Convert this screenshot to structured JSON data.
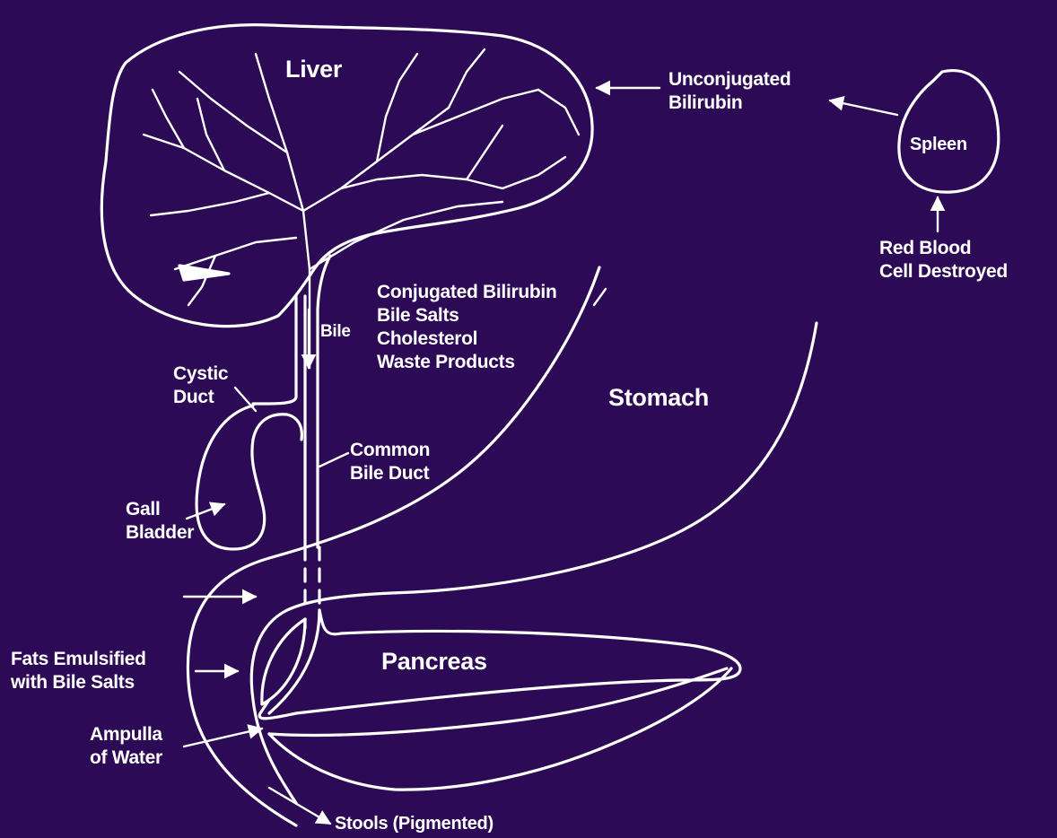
{
  "labels": {
    "liver": "Liver",
    "unconjugated": "Unconjugated\nBilirubin",
    "spleen": "Spleen",
    "red_blood": "Red Blood\nCell Destroyed",
    "bile": "Bile",
    "contents": "Conjugated Bilirubin\nBile Salts\nCholesterol\nWaste Products",
    "cystic_duct": "Cystic\nDuct",
    "stomach": "Stomach",
    "common_bile_duct": "Common\nBile Duct",
    "gall_bladder": "Gall\nBladder",
    "pancreas": "Pancreas",
    "fats": "Fats Emulsified\nwith Bile Salts",
    "ampulla": "Ampulla\nof Water",
    "stools": "Stools (Pigmented)"
  },
  "colors": {
    "background": "#2d0a55",
    "stroke": "#ffffff"
  }
}
